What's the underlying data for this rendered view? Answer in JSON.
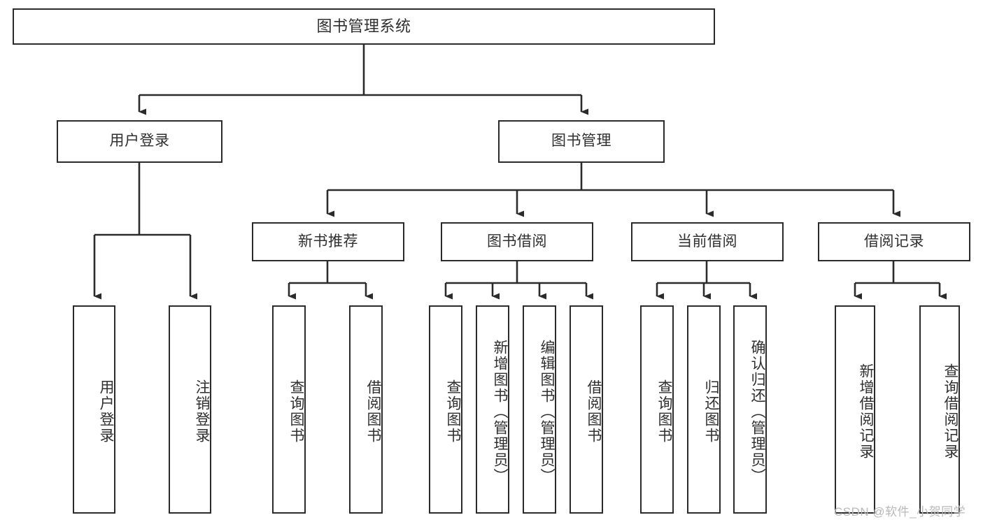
{
  "diagram": {
    "type": "hierarchy-tree",
    "title": "图书管理系统",
    "watermark": "CSDN @软件_小贺同学",
    "colors": {
      "stroke": "#2b2b2b",
      "text": "#2f2f2f",
      "background": "#ffffff",
      "watermark": "#b9b9b9"
    },
    "nodes": {
      "root": "图书管理系统",
      "level1": [
        "用户登录",
        "图书管理"
      ],
      "level2": [
        "新书推荐",
        "图书借阅",
        "当前借阅",
        "借阅记录"
      ],
      "leaves": {
        "user_login": [
          "用户登录",
          "注销登录"
        ],
        "new_book": [
          "查询图书",
          "借阅图书"
        ],
        "book_borrow": [
          "查询图书",
          "新增图书（管理员）",
          "编辑图书（管理员）",
          "借阅图书"
        ],
        "current_borrow": [
          "查询图书",
          "归还图书",
          "确认归还（管理员）"
        ],
        "borrow_record": [
          "新增借阅记录",
          "查询借阅记录"
        ]
      }
    },
    "edges": [
      {
        "from": "图书管理系统",
        "to": "用户登录"
      },
      {
        "from": "图书管理系统",
        "to": "图书管理"
      },
      {
        "from": "用户登录",
        "to": "用户登录"
      },
      {
        "from": "用户登录",
        "to": "注销登录"
      },
      {
        "from": "图书管理",
        "to": "新书推荐"
      },
      {
        "from": "图书管理",
        "to": "图书借阅"
      },
      {
        "from": "图书管理",
        "to": "当前借阅"
      },
      {
        "from": "图书管理",
        "to": "借阅记录"
      },
      {
        "from": "新书推荐",
        "to": "查询图书"
      },
      {
        "from": "新书推荐",
        "to": "借阅图书"
      },
      {
        "from": "图书借阅",
        "to": "查询图书"
      },
      {
        "from": "图书借阅",
        "to": "新增图书（管理员）"
      },
      {
        "from": "图书借阅",
        "to": "编辑图书（管理员）"
      },
      {
        "from": "图书借阅",
        "to": "借阅图书"
      },
      {
        "from": "当前借阅",
        "to": "查询图书"
      },
      {
        "from": "当前借阅",
        "to": "归还图书"
      },
      {
        "from": "当前借阅",
        "to": "确认归还（管理员）"
      },
      {
        "from": "借阅记录",
        "to": "新增借阅记录"
      },
      {
        "from": "借阅记录",
        "to": "查询借阅记录"
      }
    ]
  }
}
